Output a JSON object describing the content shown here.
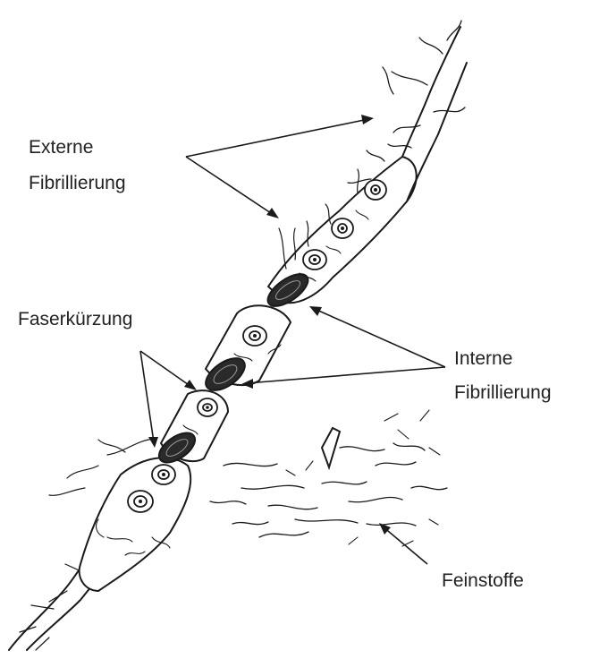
{
  "labels": {
    "externe_line1": "Externe",
    "externe_line2": "Fibrillierung",
    "faserkuerzung": "Faserkürzung",
    "interne_line1": "Interne",
    "interne_line2": "Fibrillierung",
    "feinstoffe": "Feinstoffe"
  },
  "colors": {
    "ink": "#1a1a1a",
    "background": "#ffffff",
    "text": "#222222"
  }
}
